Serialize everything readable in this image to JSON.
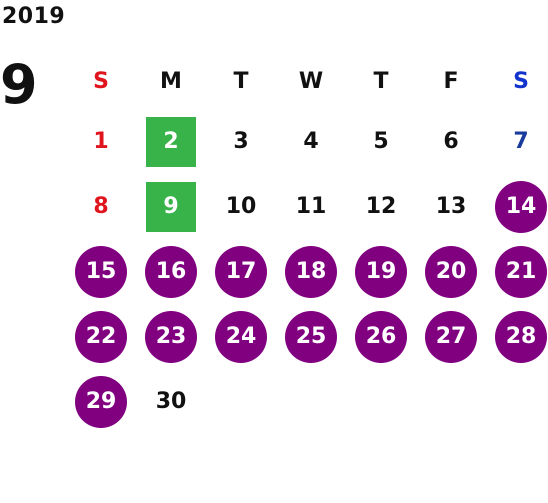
{
  "calendar": {
    "year": "2019",
    "month": "9",
    "weekdays": [
      "S",
      "M",
      "T",
      "W",
      "T",
      "F",
      "S"
    ],
    "days": [
      "",
      "",
      "",
      "",
      "",
      "",
      "",
      "1",
      "2",
      "3",
      "4",
      "5",
      "6",
      "7",
      "8",
      "9",
      "10",
      "11",
      "12",
      "13",
      "14",
      "15",
      "16",
      "17",
      "18",
      "19",
      "20",
      "21",
      "22",
      "23",
      "24",
      "25",
      "26",
      "27",
      "28",
      "29",
      "30",
      "",
      "",
      "",
      "",
      ""
    ],
    "styles": [
      "",
      "",
      "",
      "",
      "",
      "",
      "",
      "sun",
      "green",
      "",
      "",
      "",
      "",
      "sat",
      "sun",
      "green",
      "",
      "",
      "",
      "",
      "purple",
      "purple",
      "purple",
      "purple",
      "purple",
      "purple",
      "purple",
      "purple",
      "purple",
      "purple",
      "purple",
      "purple",
      "purple",
      "purple",
      "purple",
      "purple",
      "",
      "",
      "",
      "",
      "",
      ""
    ]
  },
  "colors": {
    "sunday": "#e0141c",
    "saturday_header": "#1233cc",
    "saturday_day": "#1a3a9c",
    "highlight_green": "#37b34a",
    "highlight_purple": "#800080"
  }
}
